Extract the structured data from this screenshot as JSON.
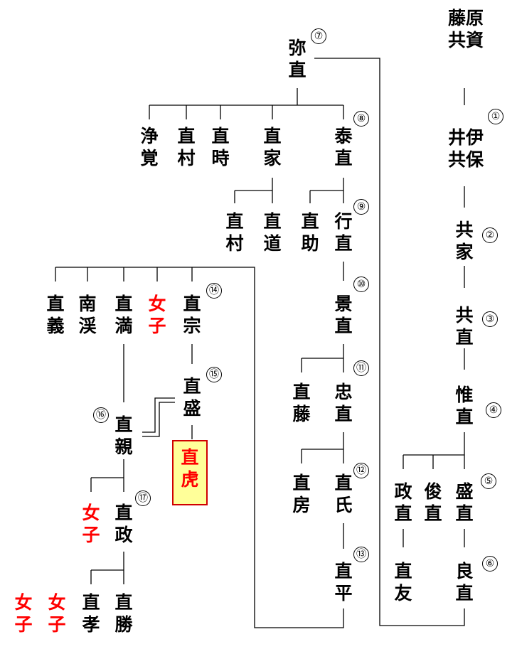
{
  "people": {
    "fujiwara_tomosuke": "藤原\n共資",
    "ii_tomoyasu": "井伊\n共保",
    "tomoie": "共\n家",
    "tomonao": "共\n直",
    "korenao": "惟\n直",
    "morinao_a": "盛\n直",
    "toshinao": "俊\n直",
    "masanao_a": "政\n直",
    "yoshinao": "良\n直",
    "naotomo": "直\n友",
    "yanao": "弥\n直",
    "jokaku": "浄\n覚",
    "naomura_a": "直\n村",
    "naotoki": "直\n時",
    "naoie": "直\n家",
    "yasunao": "泰\n直",
    "naomura_b": "直\n村",
    "naomichi": "直\n道",
    "naosuke": "直\n助",
    "yukinao": "行\n直",
    "kagenao": "景\n直",
    "naofuji": "直\n藤",
    "tadanao": "忠\n直",
    "naofusa": "直\n房",
    "naouji": "直\n氏",
    "naohira": "直\n平",
    "naoyoshi": "直\n義",
    "nankei": "南\n渓",
    "naomitsu": "直\n満",
    "joshi_a": "女\n子",
    "naomune": "直\n宗",
    "naomori": "直\n盛",
    "naotora": "直\n虎",
    "naochika": "直\n親",
    "joshi_b": "女\n子",
    "naomasa": "直\n政",
    "joshi_c": "女\n子",
    "joshi_d": "女\n子",
    "naotaka": "直\n孝",
    "naokatsu": "直\n勝"
  },
  "numbers": {
    "n1": "①",
    "n2": "②",
    "n3": "③",
    "n4": "④",
    "n5": "⑤",
    "n6": "⑥",
    "n7": "⑦",
    "n8": "⑧",
    "n9": "⑨",
    "n10": "⑩",
    "n11": "⑪",
    "n12": "⑫",
    "n13": "⑬",
    "n14": "⑭",
    "n15": "⑮",
    "n16": "⑯",
    "n17": "⑰"
  },
  "colors": {
    "line": "#000000",
    "female": "#ff0000",
    "highlight_fill": "#ffff99",
    "highlight_border": "#d00000"
  }
}
